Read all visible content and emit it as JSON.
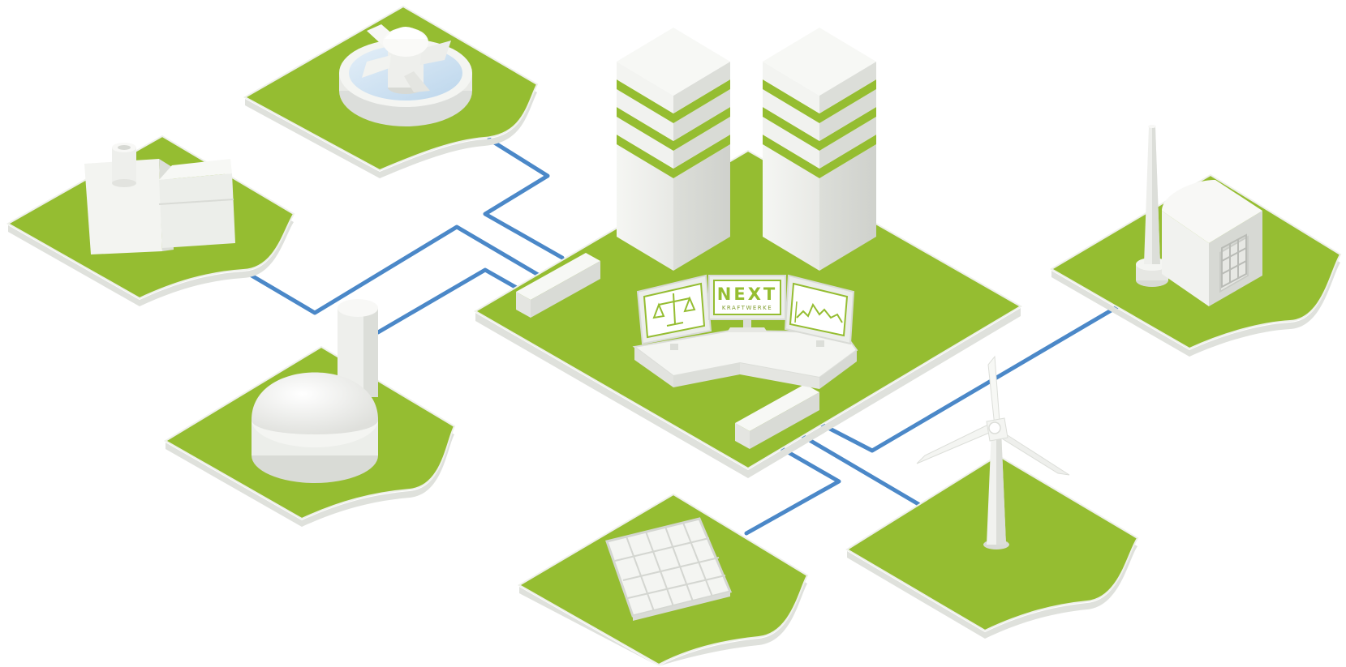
{
  "brand": {
    "name": "NEXT",
    "subtitle": "KRAFTWERKE"
  },
  "colors": {
    "platform_green": "#95bd31",
    "platform_side": "#dfe1dc",
    "building_light": "#f3f4f1",
    "building_mid": "#e6e7e3",
    "building_dark": "#d7d9d4",
    "cable_blue": "#4b88c8",
    "water": "#cfe2f1"
  },
  "nodes": [
    {
      "name": "hydro-power-plant",
      "icon": "water-turbine-icon"
    },
    {
      "name": "industrial-plant",
      "icon": "factory-icon"
    },
    {
      "name": "biogas-plant",
      "icon": "biogas-digester-icon"
    },
    {
      "name": "control-center",
      "icon": "server-towers-icon"
    },
    {
      "name": "combined-heat-power-plant",
      "icon": "chimney-icon"
    },
    {
      "name": "solar-power-plant",
      "icon": "solar-panel-icon"
    },
    {
      "name": "wind-power-plant",
      "icon": "wind-turbine-icon"
    }
  ],
  "screens": [
    {
      "name": "trading-screen",
      "icon": "scales-icon"
    },
    {
      "name": "brand-screen",
      "icon": "next-logo"
    },
    {
      "name": "chart-screen",
      "icon": "line-chart-icon"
    }
  ]
}
